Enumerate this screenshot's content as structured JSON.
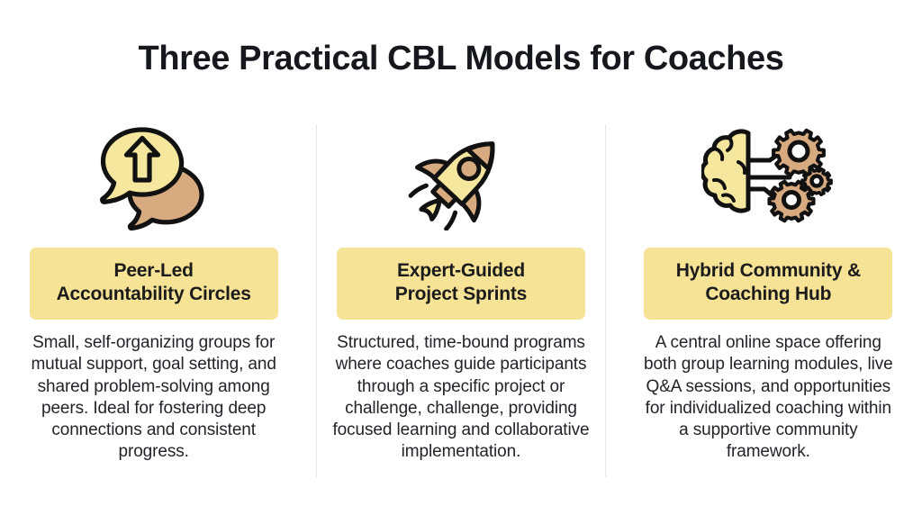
{
  "header": {
    "title": "Three Practical CBL Models for Coaches"
  },
  "colors": {
    "background": "#ffffff",
    "title_text": "#16181d",
    "badge_fill": "#f7e396",
    "badge_text": "#1b1b1b",
    "body_text": "#22242a",
    "divider": "#e6e6e6",
    "icon_yellow": "#f5e79e",
    "icon_tan": "#d7ab7f",
    "icon_outline": "#111111"
  },
  "columns": [
    {
      "icon_name": "speech-bubbles-arrow-up-icon",
      "title": "Peer-Led\nAccountability Circles",
      "title_lines": [
        "Peer-Led",
        "Accountability Circles"
      ],
      "body": "Small, self-organizing groups for mutual support, goal setting, and shared problem-solving among peers. Ideal for fostering deep connections and consistent progress."
    },
    {
      "icon_name": "rocket-icon",
      "title": "Expert-Guided\nProject Sprints",
      "title_lines": [
        "Expert-Guided",
        "Project Sprints"
      ],
      "body": "Structured, time-bound programs where coaches guide participants through a specific project or challenge, challenge, providing focused learning and collaborative implementation."
    },
    {
      "icon_name": "brain-gears-icon",
      "title": "Hybrid Community &\nCoaching Hub",
      "title_lines": [
        "Hybrid Community &",
        "Coaching Hub"
      ],
      "body": "A central online space offering both group learning modules, live Q&A sessions, and opportunities for individualized coaching within a supportive community framework."
    }
  ]
}
